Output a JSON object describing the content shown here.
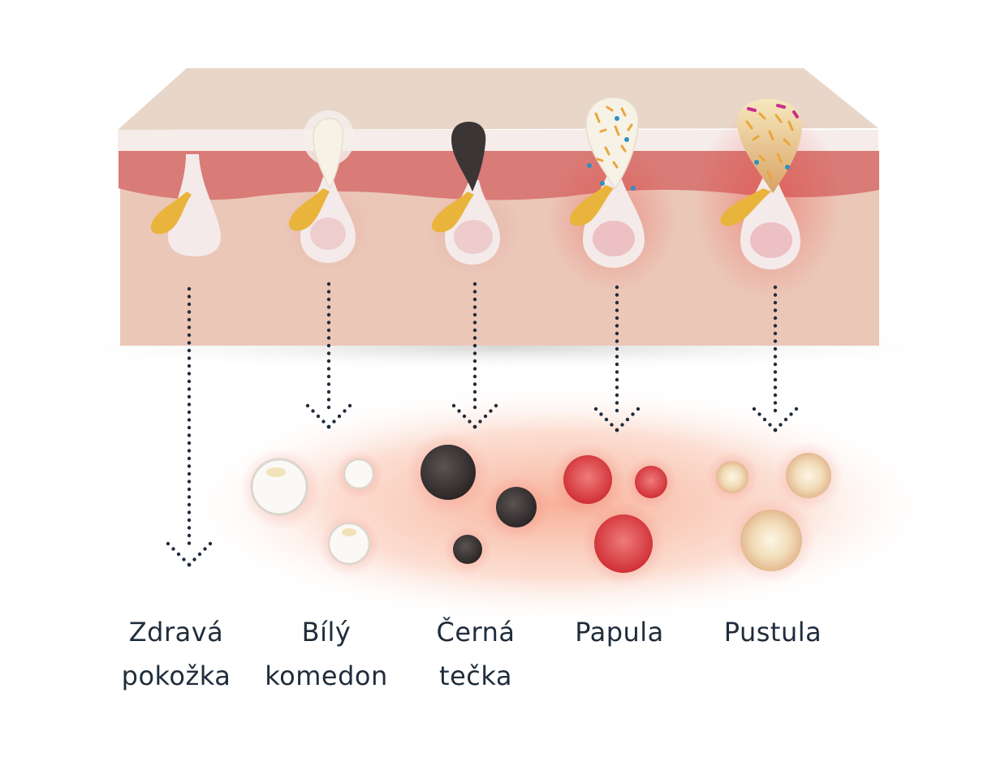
{
  "stages": [
    {
      "id": "healthy",
      "label": [
        "Zdravá",
        "pokožka"
      ]
    },
    {
      "id": "whitehead",
      "label": [
        "Bílý",
        "komedon"
      ]
    },
    {
      "id": "blackhead",
      "label": [
        "Černá",
        "tečka"
      ]
    },
    {
      "id": "papule",
      "label": [
        "Papula"
      ]
    },
    {
      "id": "pustule",
      "label": [
        "Pustula"
      ]
    }
  ],
  "colors": {
    "skin_top": "#e8d6c8",
    "skin_band": "#d97b76",
    "dermis": "#ebc7b8",
    "follicle": "#f4eaea",
    "sebum": "#e9b43c",
    "sebum_plug_white": "#f7f2e6",
    "blackhead": "#3b3536",
    "papule": "#d63a3e",
    "pustule": "#f1dcb8",
    "inflammation_glow": "#f59a80",
    "arrow": "#1f2c3b",
    "label_text": "#1f2c3b"
  }
}
